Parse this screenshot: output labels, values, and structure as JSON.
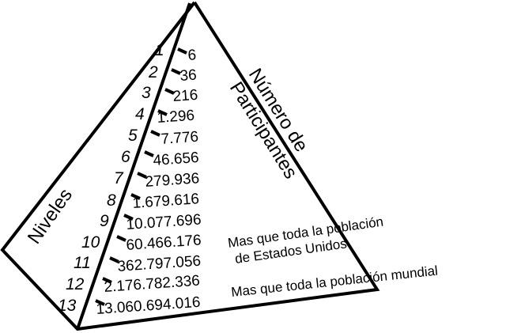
{
  "diagram": {
    "title_left": "Niveles",
    "title_right": "Número de Participantes",
    "title_right_line1": "Número de",
    "title_right_line2": "Participantes",
    "stroke_color": "#000000",
    "background": "#ffffff",
    "levels": [
      {
        "level": "1",
        "participants": "6"
      },
      {
        "level": "2",
        "participants": "36"
      },
      {
        "level": "3",
        "participants": "216"
      },
      {
        "level": "4",
        "participants": "1.296"
      },
      {
        "level": "5",
        "participants": "7.776"
      },
      {
        "level": "6",
        "participants": "46.656"
      },
      {
        "level": "7",
        "participants": "279.936"
      },
      {
        "level": "8",
        "participants": "1.679.616"
      },
      {
        "level": "9",
        "participants": "10.077.696"
      },
      {
        "level": "10",
        "participants": "60.466.176"
      },
      {
        "level": "11",
        "participants": "362.797.056"
      },
      {
        "level": "12",
        "participants": "2.176.782.336"
      },
      {
        "level": "13",
        "participants": "13.060.694.016"
      }
    ],
    "annotations": {
      "usa_line1": "Mas que toda la población",
      "usa_line2": "de Estados Unidos",
      "world": "Mas que toda la población mundial"
    }
  }
}
